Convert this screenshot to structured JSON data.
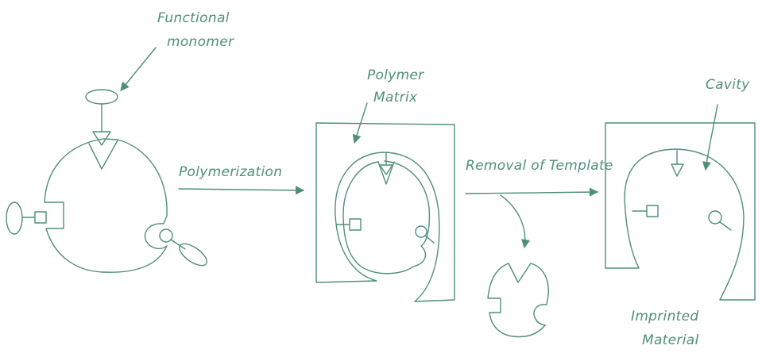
{
  "labels": {
    "functional_monomer": [
      "Functional",
      "monomer"
    ],
    "polymerization": "Polymerization",
    "polymer_matrix": [
      "Polymer",
      "Matrix"
    ],
    "removal_of_template": "Removal of Template",
    "cavity": "Cavity",
    "imprinted_material": [
      "Imprinted",
      "Material"
    ]
  },
  "colors": {
    "ink": "#4f8f78",
    "background": "#ffffff"
  }
}
